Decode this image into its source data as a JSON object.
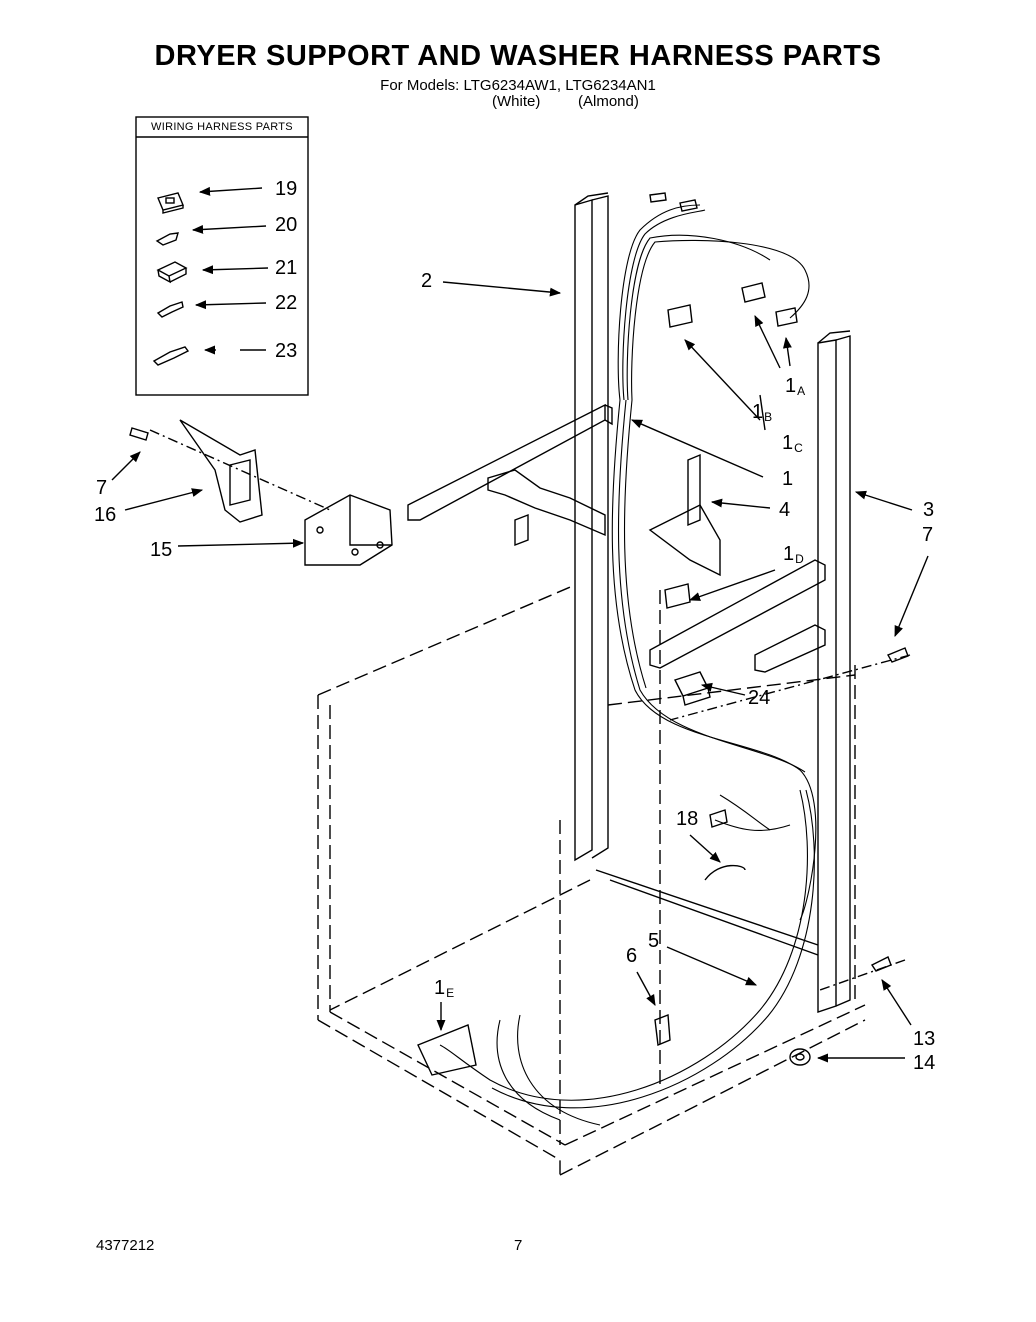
{
  "title": "DRYER SUPPORT AND WASHER HARNESS PARTS",
  "subtitle": "For Models: LTG6234AW1, LTG6234AN1",
  "model_colors": [
    "(White)",
    "(Almond)"
  ],
  "inset": {
    "caption": "WIRING HARNESS PARTS"
  },
  "callouts": {
    "c19": "19",
    "c20": "20",
    "c21": "21",
    "c22": "22",
    "c23": "23",
    "c2": "2",
    "c7a": "7",
    "c16": "16",
    "c15": "15",
    "c1a": "1",
    "c1a_sub": "A",
    "c1b": "1",
    "c1b_sub": "B",
    "c1c": "1",
    "c1c_sub": "C",
    "c1": "1",
    "c4": "4",
    "c3": "3",
    "c7b": "7",
    "c1d": "1",
    "c1d_sub": "D",
    "c24": "24",
    "c18": "18",
    "c5": "5",
    "c6": "6",
    "c1e": "1",
    "c1e_sub": "E",
    "c13": "13",
    "c14": "14"
  },
  "footer": {
    "doc_number": "4377212",
    "page_number": "7"
  }
}
